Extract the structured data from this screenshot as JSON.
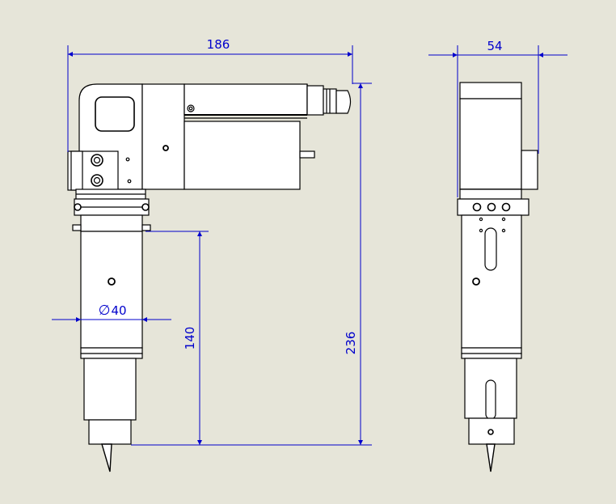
{
  "colors": {
    "background": "#e6e5d9",
    "part_fill": "#ffffff",
    "part_stroke": "#000000",
    "dimension": "#0000cc"
  },
  "dimensions": {
    "overall_width": "186",
    "side_width": "54",
    "diameter_symbol": "∅",
    "diameter_value": "40",
    "lower_height": "140",
    "overall_height": "236"
  }
}
